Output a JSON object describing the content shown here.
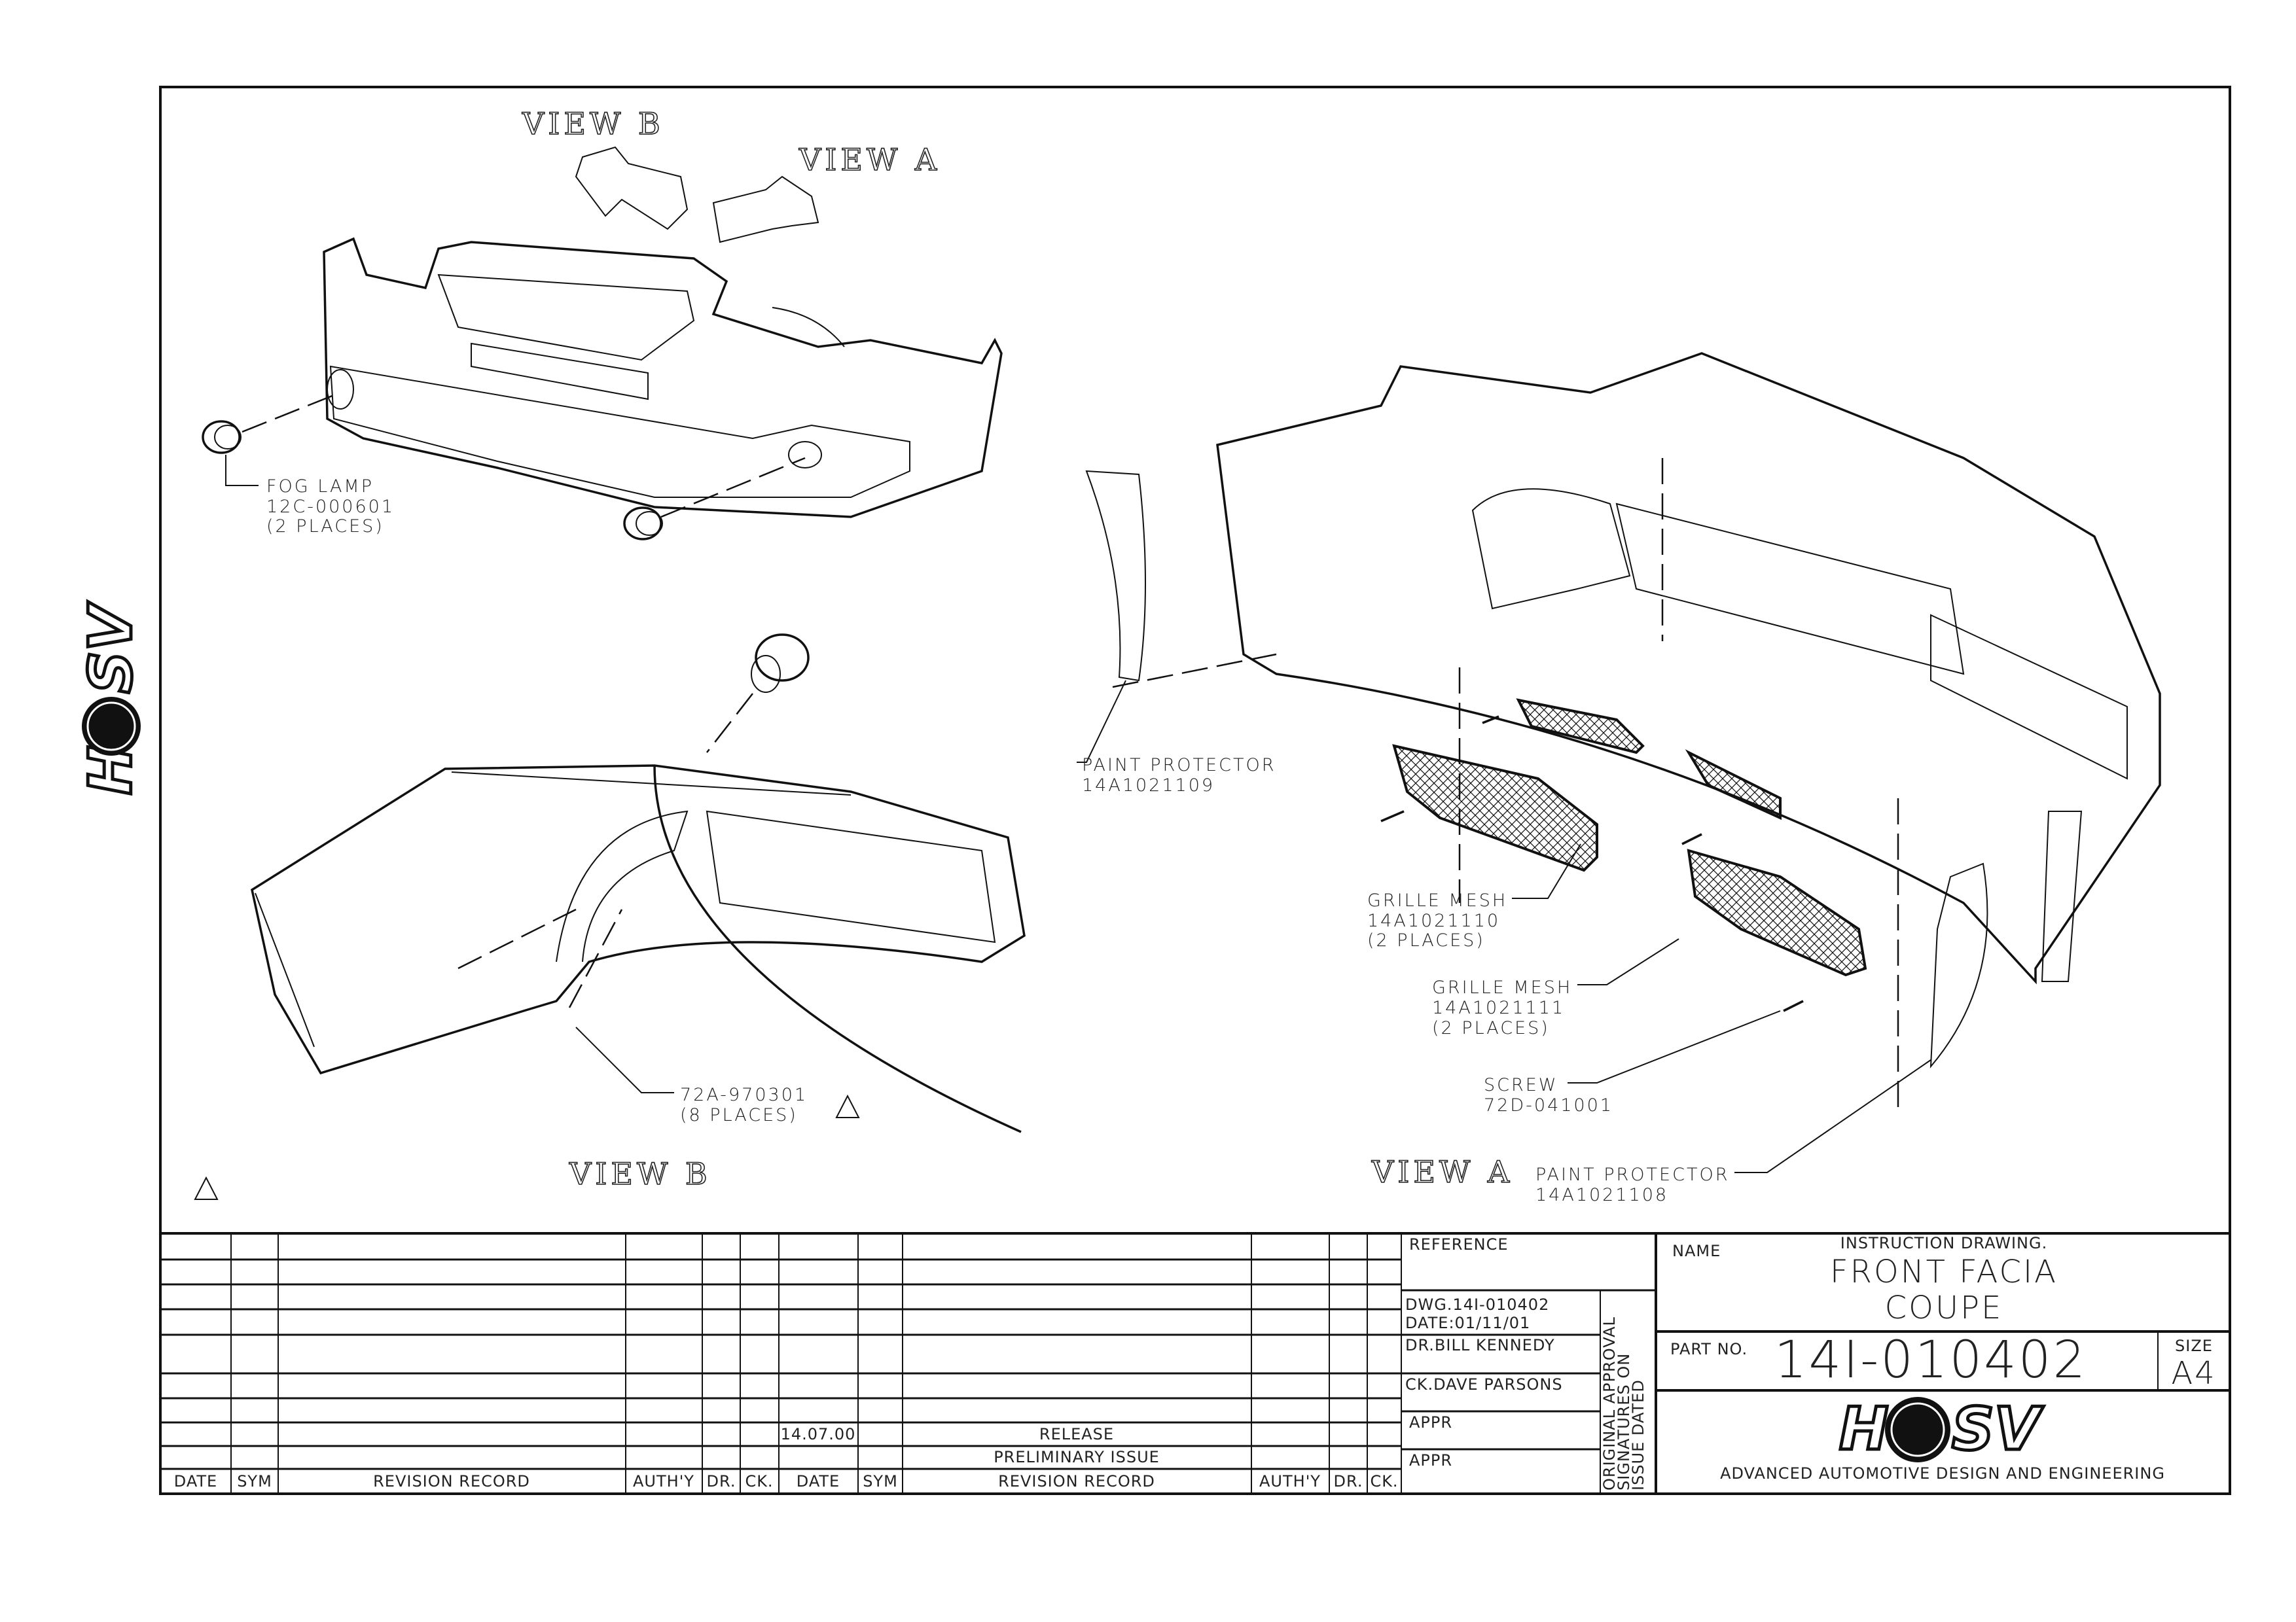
{
  "views": {
    "view_b_label": "VIEW B",
    "view_a_label": "VIEW A"
  },
  "callouts": {
    "fog_lamp": {
      "name": "FOG LAMP",
      "part": "12C-000601",
      "qty": "(2 PLACES)"
    },
    "paint_protector_1": {
      "name": "PAINT PROTECTOR",
      "part": "14A1021109"
    },
    "grille_mesh_1": {
      "name": "GRILLE MESH",
      "part": "14A1021110",
      "qty": "(2 PLACES)"
    },
    "grille_mesh_2": {
      "name": "GRILLE MESH",
      "part": "14A1021111",
      "qty": "(2 PLACES)"
    },
    "screw": {
      "name": "SCREW",
      "part": "72D-041001"
    },
    "paint_protector_2": {
      "name": "PAINT PROTECTOR",
      "part": "14A1021108"
    },
    "fastener": {
      "part": "72A-970301",
      "qty": "(8 PLACES)"
    }
  },
  "revision_table": {
    "headers": [
      "DATE",
      "SYM",
      "REVISION RECORD",
      "AUTH'Y",
      "DR.",
      "CK.",
      "DATE",
      "SYM",
      "REVISION RECORD",
      "AUTH'Y",
      "DR.",
      "CK."
    ],
    "entries": [
      {
        "date": "14.07.00",
        "record": "RELEASE"
      },
      {
        "date": "",
        "record": "PRELIMINARY ISSUE"
      }
    ]
  },
  "reference_block": {
    "reference_label": "REFERENCE",
    "dwg": "DWG.14I-010402",
    "date": "DATE:01/11/01",
    "drawn": "DR.BILL KENNEDY",
    "checked": "CK.DAVE PARSONS",
    "appr_1": "APPR",
    "appr_2": "APPR",
    "approval_note": [
      "ORIGINAL APPROVAL",
      "SIGNATURES ON",
      "ISSUE DATED"
    ]
  },
  "title_block": {
    "name_label": "NAME",
    "subtitle": "INSTRUCTION DRAWING.",
    "title_line1": "FRONT FACIA",
    "title_line2": "COUPE",
    "part_no_label": "PART NO.",
    "part_no": "14I-010402",
    "size_label": "SIZE",
    "size": "A4",
    "company_tagline": "ADVANCED AUTOMOTIVE DESIGN AND ENGINEERING",
    "logo_text": "HSV"
  }
}
